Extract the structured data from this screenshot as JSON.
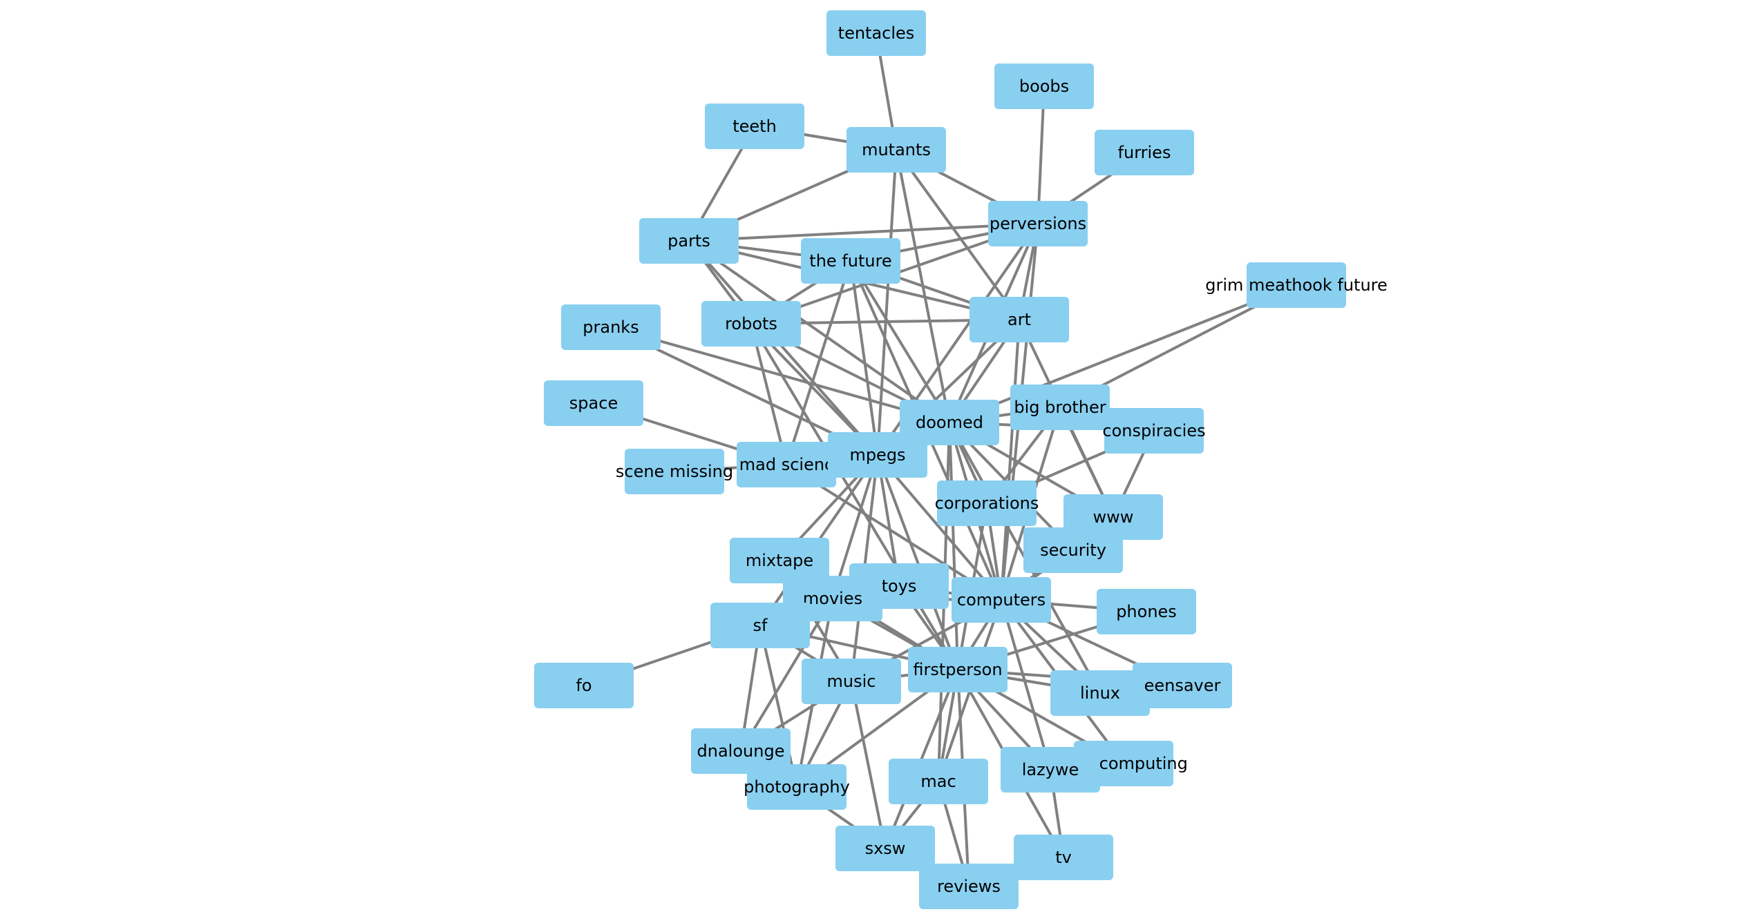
{
  "diagram": {
    "node_color": "#89cff0",
    "edge_color": "#808080",
    "text_color": "#000000",
    "nodes": [
      {
        "id": "tentacles",
        "label": "tentacles"
      },
      {
        "id": "boobs",
        "label": "boobs"
      },
      {
        "id": "teeth",
        "label": "teeth"
      },
      {
        "id": "mutants",
        "label": "mutants"
      },
      {
        "id": "furries",
        "label": "furries"
      },
      {
        "id": "perversions",
        "label": "perversions"
      },
      {
        "id": "parts",
        "label": "parts"
      },
      {
        "id": "the-future",
        "label": "the future"
      },
      {
        "id": "grim-meathook-future",
        "label": "grim meathook future"
      },
      {
        "id": "pranks",
        "label": "pranks"
      },
      {
        "id": "robots",
        "label": "robots"
      },
      {
        "id": "art",
        "label": "art"
      },
      {
        "id": "space",
        "label": "space"
      },
      {
        "id": "big-brother",
        "label": "big brother"
      },
      {
        "id": "doomed",
        "label": "doomed"
      },
      {
        "id": "conspiracies",
        "label": "conspiracies"
      },
      {
        "id": "scene-missing",
        "label": "scene missing"
      },
      {
        "id": "mad-science",
        "label": "mad scienc"
      },
      {
        "id": "mpegs",
        "label": "mpegs"
      },
      {
        "id": "corporations",
        "label": "corporations"
      },
      {
        "id": "www",
        "label": "www"
      },
      {
        "id": "security",
        "label": "security"
      },
      {
        "id": "mixtape",
        "label": "mixtape"
      },
      {
        "id": "toys",
        "label": "toys"
      },
      {
        "id": "movies",
        "label": "movies"
      },
      {
        "id": "computers",
        "label": "computers"
      },
      {
        "id": "phones",
        "label": "phones"
      },
      {
        "id": "sf",
        "label": "sf"
      },
      {
        "id": "fo",
        "label": "fo"
      },
      {
        "id": "firstperson",
        "label": "firstperson"
      },
      {
        "id": "music",
        "label": "music"
      },
      {
        "id": "linux",
        "label": "linux"
      },
      {
        "id": "screensaver",
        "label": "eensaver"
      },
      {
        "id": "dnalounge",
        "label": "dnalounge"
      },
      {
        "id": "retrocomputing",
        "label": "retrocomputing"
      },
      {
        "id": "lazyweb",
        "label": "lazywe"
      },
      {
        "id": "photography",
        "label": "photography"
      },
      {
        "id": "mac",
        "label": "mac"
      },
      {
        "id": "tv",
        "label": "tv"
      },
      {
        "id": "sxsw",
        "label": "sxsw"
      },
      {
        "id": "reviews",
        "label": "reviews"
      }
    ],
    "edges": [
      [
        "tentacles",
        "mutants"
      ],
      [
        "teeth",
        "mutants"
      ],
      [
        "teeth",
        "parts"
      ],
      [
        "boobs",
        "perversions"
      ],
      [
        "furries",
        "perversions"
      ],
      [
        "mutants",
        "parts"
      ],
      [
        "mutants",
        "perversions"
      ],
      [
        "mutants",
        "art"
      ],
      [
        "mutants",
        "doomed"
      ],
      [
        "mutants",
        "mpegs"
      ],
      [
        "parts",
        "perversions"
      ],
      [
        "parts",
        "art"
      ],
      [
        "parts",
        "the-future"
      ],
      [
        "parts",
        "robots"
      ],
      [
        "parts",
        "mpegs"
      ],
      [
        "parts",
        "doomed"
      ],
      [
        "perversions",
        "the-future"
      ],
      [
        "perversions",
        "robots"
      ],
      [
        "perversions",
        "art"
      ],
      [
        "perversions",
        "doomed"
      ],
      [
        "perversions",
        "mpegs"
      ],
      [
        "perversions",
        "computers"
      ],
      [
        "the-future",
        "robots"
      ],
      [
        "the-future",
        "doomed"
      ],
      [
        "the-future",
        "mpegs"
      ],
      [
        "the-future",
        "mad-science"
      ],
      [
        "the-future",
        "computers"
      ],
      [
        "the-future",
        "art"
      ],
      [
        "robots",
        "art"
      ],
      [
        "robots",
        "mpegs"
      ],
      [
        "robots",
        "mad-science"
      ],
      [
        "robots",
        "doomed"
      ],
      [
        "robots",
        "firstperson"
      ],
      [
        "art",
        "doomed"
      ],
      [
        "art",
        "mpegs"
      ],
      [
        "art",
        "www"
      ],
      [
        "art",
        "computers"
      ],
      [
        "pranks",
        "mpegs"
      ],
      [
        "pranks",
        "doomed"
      ],
      [
        "space",
        "mad-science"
      ],
      [
        "scene-missing",
        "mad-science"
      ],
      [
        "grim-meathook-future",
        "doomed"
      ],
      [
        "grim-meathook-future",
        "big-brother"
      ],
      [
        "big-brother",
        "doomed"
      ],
      [
        "big-brother",
        "conspiracies"
      ],
      [
        "big-brother",
        "computers"
      ],
      [
        "big-brother",
        "corporations"
      ],
      [
        "big-brother",
        "www"
      ],
      [
        "doomed",
        "conspiracies"
      ],
      [
        "doomed",
        "mpegs"
      ],
      [
        "doomed",
        "mad-science"
      ],
      [
        "doomed",
        "computers"
      ],
      [
        "doomed",
        "firstperson"
      ],
      [
        "doomed",
        "corporations"
      ],
      [
        "doomed",
        "security"
      ],
      [
        "doomed",
        "www"
      ],
      [
        "doomed",
        "linux"
      ],
      [
        "doomed",
        "mac"
      ],
      [
        "conspiracies",
        "corporations"
      ],
      [
        "conspiracies",
        "www"
      ],
      [
        "mad-science",
        "mpegs"
      ],
      [
        "mad-science",
        "computers"
      ],
      [
        "mpegs",
        "mixtape"
      ],
      [
        "mpegs",
        "movies"
      ],
      [
        "mpegs",
        "toys"
      ],
      [
        "mpegs",
        "computers"
      ],
      [
        "mpegs",
        "firstperson"
      ],
      [
        "mpegs",
        "music"
      ],
      [
        "mpegs",
        "sf"
      ],
      [
        "corporations",
        "computers"
      ],
      [
        "corporations",
        "firstperson"
      ],
      [
        "security",
        "computers"
      ],
      [
        "mixtape",
        "music"
      ],
      [
        "mixtape",
        "firstperson"
      ],
      [
        "toys",
        "computers"
      ],
      [
        "toys",
        "firstperson"
      ],
      [
        "movies",
        "firstperson"
      ],
      [
        "movies",
        "sf"
      ],
      [
        "movies",
        "computers"
      ],
      [
        "movies",
        "dnalounge"
      ],
      [
        "movies",
        "photography"
      ],
      [
        "computers",
        "phones"
      ],
      [
        "computers",
        "firstperson"
      ],
      [
        "computers",
        "linux"
      ],
      [
        "computers",
        "screensaver"
      ],
      [
        "computers",
        "lazyweb"
      ],
      [
        "computers",
        "retrocomputing"
      ],
      [
        "computers",
        "mac"
      ],
      [
        "computers",
        "music"
      ],
      [
        "computers",
        "www"
      ],
      [
        "phones",
        "firstperson"
      ],
      [
        "sf",
        "fo"
      ],
      [
        "sf",
        "firstperson"
      ],
      [
        "sf",
        "music"
      ],
      [
        "sf",
        "dnalounge"
      ],
      [
        "sf",
        "photography"
      ],
      [
        "firstperson",
        "music"
      ],
      [
        "firstperson",
        "linux"
      ],
      [
        "firstperson",
        "screensaver"
      ],
      [
        "firstperson",
        "retrocomputing"
      ],
      [
        "firstperson",
        "lazyweb"
      ],
      [
        "firstperson",
        "mac"
      ],
      [
        "firstperson",
        "tv"
      ],
      [
        "firstperson",
        "sxsw"
      ],
      [
        "firstperson",
        "reviews"
      ],
      [
        "firstperson",
        "photography"
      ],
      [
        "music",
        "dnalounge"
      ],
      [
        "music",
        "sxsw"
      ],
      [
        "music",
        "photography"
      ],
      [
        "photography",
        "sxsw"
      ],
      [
        "linux",
        "screensaver"
      ],
      [
        "lazyweb",
        "retrocomputing"
      ],
      [
        "lazyweb",
        "tv"
      ],
      [
        "mac",
        "sxsw"
      ],
      [
        "mac",
        "reviews"
      ],
      [
        "sxsw",
        "reviews"
      ]
    ]
  }
}
